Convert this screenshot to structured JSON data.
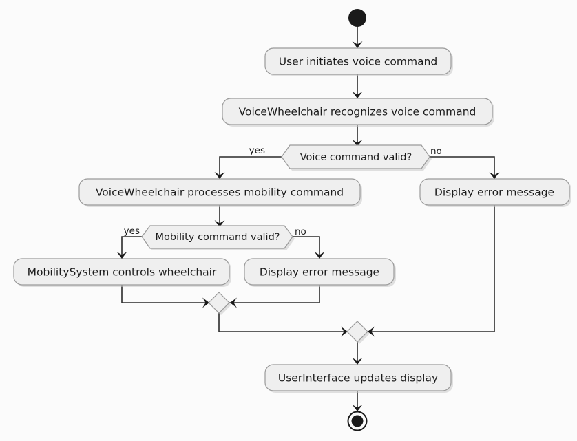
{
  "diagram": {
    "type": "uml-activity-diagram",
    "background_color": "#fbfbfb",
    "node_fill_color": "#efefef",
    "node_border_color": "#9a9a9a",
    "line_color": "#2b2b2b",
    "text_color": "#1c1c1c",
    "start_node": {
      "name": "start"
    },
    "end_node": {
      "name": "end"
    },
    "activities": [
      {
        "id": "a1",
        "label": "User initiates voice command"
      },
      {
        "id": "a2",
        "label": "VoiceWheelchair recognizes voice command"
      },
      {
        "id": "a3",
        "label": "VoiceWheelchair processes mobility command"
      },
      {
        "id": "a4",
        "label": "Display error message"
      },
      {
        "id": "a5",
        "label": "MobilitySystem controls wheelchair"
      },
      {
        "id": "a6",
        "label": "Display error message"
      },
      {
        "id": "a7",
        "label": "UserInterface updates display"
      }
    ],
    "decisions": [
      {
        "id": "d1",
        "label": "Voice command valid?",
        "yes_label": "yes",
        "no_label": "no"
      },
      {
        "id": "d2",
        "label": "Mobility command valid?",
        "yes_label": "yes",
        "no_label": "no"
      }
    ],
    "merges": [
      {
        "id": "m1"
      },
      {
        "id": "m2"
      }
    ]
  }
}
